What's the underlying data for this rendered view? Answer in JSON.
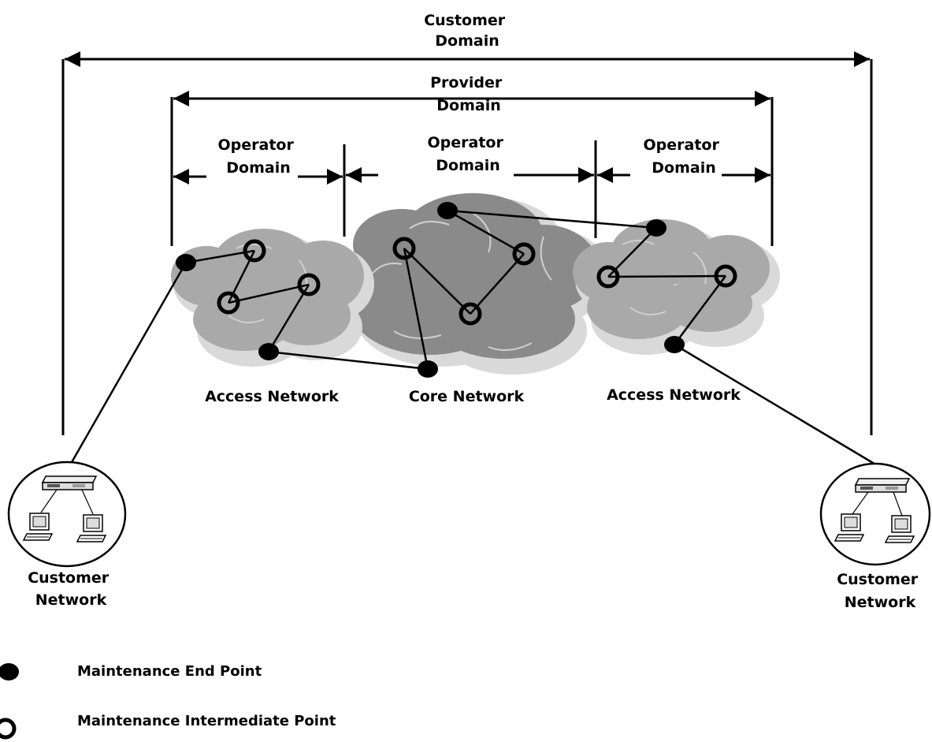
{
  "domains": {
    "customer": {
      "line1": "Customer",
      "line2": "Domain"
    },
    "provider": {
      "line1": "Provider",
      "line2": "Domain"
    },
    "operator_left": {
      "line1": "Operator",
      "line2": "Domain"
    },
    "operator_center": {
      "line1": "Operator",
      "line2": "Domain"
    },
    "operator_right": {
      "line1": "Operator",
      "line2": "Domain"
    }
  },
  "networks": {
    "access_left": "Access Network",
    "core": "Core Network",
    "access_right": "Access Network"
  },
  "customer_networks": {
    "left": {
      "line1": "Customer",
      "line2": "Network"
    },
    "right": {
      "line1": "Customer",
      "line2": "Network"
    }
  },
  "legend": {
    "mep": "Maintenance End Point",
    "mip": "Maintenance Intermediate Point"
  },
  "colors": {
    "cloud_light": "#a9a9a9",
    "cloud_dark": "#8a8a8a",
    "cloud_shadow": "#d9d9d9"
  }
}
